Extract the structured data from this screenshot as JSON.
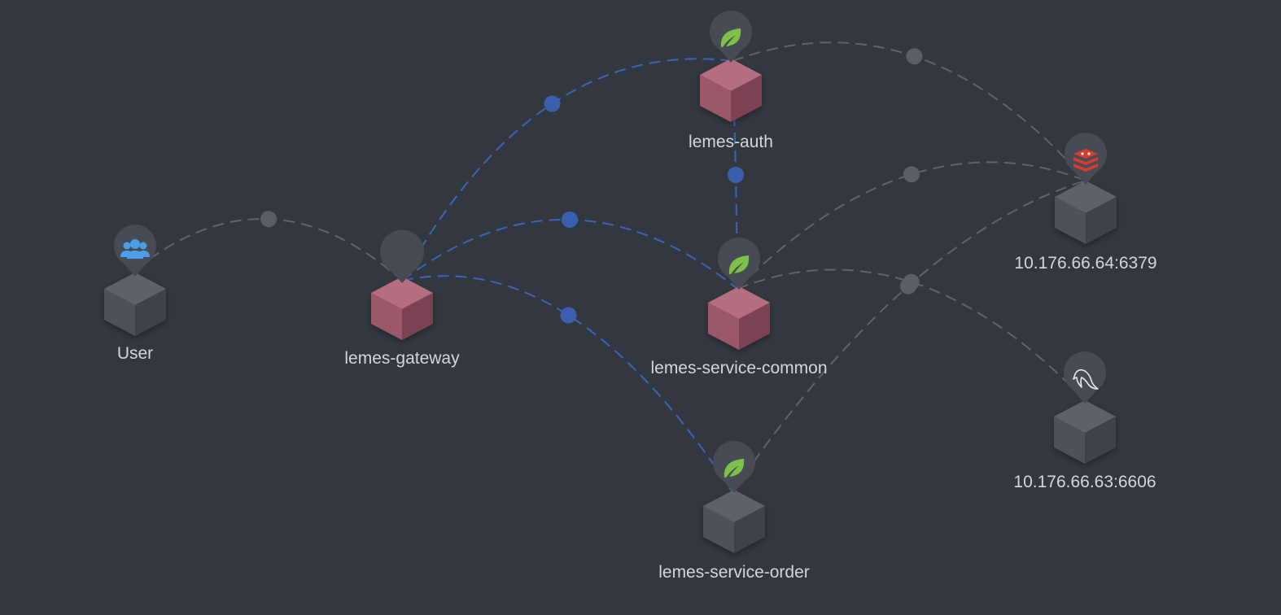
{
  "diagram": {
    "type": "service-topology",
    "colors": {
      "background": "#333840",
      "service_top": "#b56d80",
      "service_left": "#9a5869",
      "service_right": "#7c4353",
      "neutral_top": "#5d626b",
      "neutral_left": "#4d515a",
      "neutral_right": "#3f434b",
      "edge_normal": "#5f646b",
      "edge_active": "#3d64b4",
      "badge_bg": "#474b53",
      "spring_green": "#7dc04a",
      "user_blue": "#4a9fe8",
      "redis_red": "#d63b2f"
    },
    "nodes": [
      {
        "id": "user",
        "label": "User",
        "kind": "neutral",
        "icon": "users-icon"
      },
      {
        "id": "gateway",
        "label": "lemes-gateway",
        "kind": "service",
        "icon": "empty-badge"
      },
      {
        "id": "auth",
        "label": "lemes-auth",
        "kind": "service",
        "icon": "spring-leaf-icon"
      },
      {
        "id": "common",
        "label": "lemes-service-common",
        "kind": "service",
        "icon": "spring-leaf-icon"
      },
      {
        "id": "order",
        "label": "lemes-service-order",
        "kind": "neutral",
        "icon": "spring-leaf-icon"
      },
      {
        "id": "redis",
        "label": "10.176.66.64:6379",
        "kind": "neutral",
        "icon": "redis-icon"
      },
      {
        "id": "mysql",
        "label": "10.176.66.63:6606",
        "kind": "neutral",
        "icon": "mysql-dolphin-icon"
      }
    ],
    "edges": [
      {
        "from": "user",
        "to": "gateway",
        "style": "normal"
      },
      {
        "from": "gateway",
        "to": "auth",
        "style": "active"
      },
      {
        "from": "gateway",
        "to": "common",
        "style": "active"
      },
      {
        "from": "gateway",
        "to": "order",
        "style": "active"
      },
      {
        "from": "auth",
        "to": "common",
        "style": "active"
      },
      {
        "from": "auth",
        "to": "redis",
        "style": "normal"
      },
      {
        "from": "common",
        "to": "redis",
        "style": "normal"
      },
      {
        "from": "common",
        "to": "mysql",
        "style": "normal"
      },
      {
        "from": "order",
        "to": "redis",
        "style": "normal"
      }
    ]
  }
}
